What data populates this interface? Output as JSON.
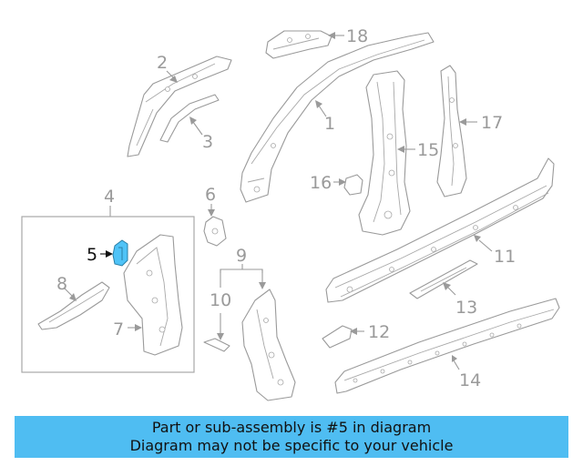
{
  "diagram": {
    "callouts": {
      "c1": "1",
      "c2": "2",
      "c3": "3",
      "c4": "4",
      "c5": "5",
      "c6": "6",
      "c7": "7",
      "c8": "8",
      "c9": "9",
      "c10": "10",
      "c11": "11",
      "c12": "12",
      "c13": "13",
      "c14": "14",
      "c15": "15",
      "c16": "16",
      "c17": "17",
      "c18": "18"
    },
    "highlighted_part": "5",
    "highlight_color": "#4fc3f7"
  },
  "banner": {
    "line1": "Part or sub-assembly is #5 in diagram",
    "line2": "Diagram may not be specific to your vehicle",
    "background": "#4fbdf2"
  }
}
